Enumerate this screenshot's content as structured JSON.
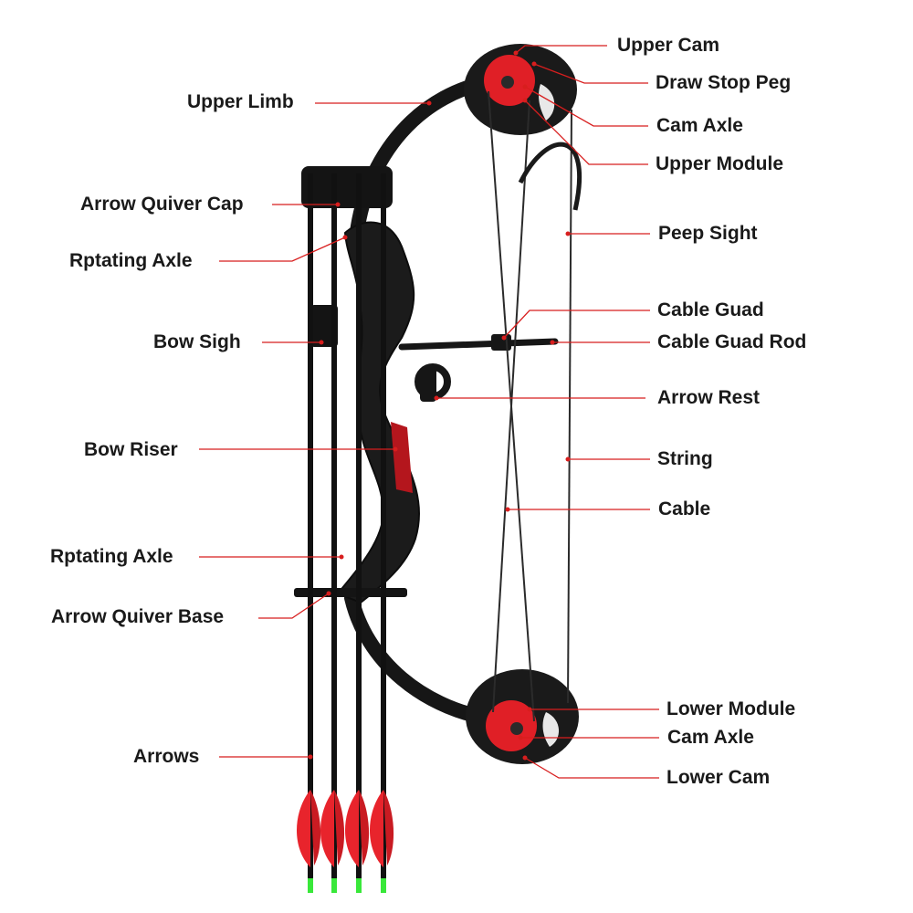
{
  "diagram": {
    "leader_color": "#d81e1e",
    "bow_color": "#161616",
    "cam_color": "#e01f26",
    "fletching_color": "#e8242c",
    "nock_color": "#39e83a",
    "string_color": "#2b2b2b"
  },
  "labels": {
    "upper_cam": "Upper Cam",
    "draw_stop_peg": "Draw Stop Peg",
    "cam_axle_upper": "Cam Axle",
    "upper_module": "Upper Module",
    "upper_limb": "Upper Limb",
    "arrow_quiver_cap": "Arrow Quiver Cap",
    "rotating_axle_upper": "Rptating Axle",
    "peep_sight": "Peep Sight",
    "cable_guard": "Cable Guad",
    "cable_guard_rod": "Cable Guad Rod",
    "bow_sight": "Bow Sigh",
    "arrow_rest": "Arrow Rest",
    "bow_riser": "Bow Riser",
    "string": "String",
    "cable": "Cable",
    "rotating_axle_lower": "Rptating Axle",
    "arrow_quiver_base": "Arrow Quiver Base",
    "lower_module": "Lower Module",
    "cam_axle_lower": "Cam Axle",
    "lower_cam": "Lower Cam",
    "arrows": "Arrows"
  }
}
